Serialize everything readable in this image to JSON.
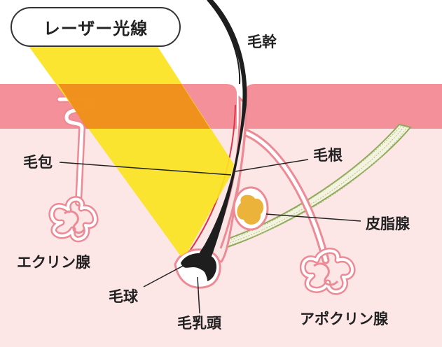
{
  "title": "レーザー光線",
  "labels": {
    "hair_shaft": "毛幹",
    "hair_follicle": "毛包",
    "hair_root": "毛根",
    "sebaceous_gland": "皮脂腺",
    "eccrine_gland": "エクリン腺",
    "hair_bulb": "毛球",
    "dermal_papilla": "毛乳頭",
    "apocrine_gland": "アポクリン腺"
  },
  "colors": {
    "epidermis": "#f3909a",
    "dermis": "#fde6e6",
    "laser": "#fbe321",
    "laser_overlap": "#f08a1c",
    "hair": "#1e1e1e",
    "follicle_line": "#e0344a",
    "gland_outline": "#ec8a96",
    "sebum": "#ecb33a",
    "muscle": "#8fa95a"
  }
}
